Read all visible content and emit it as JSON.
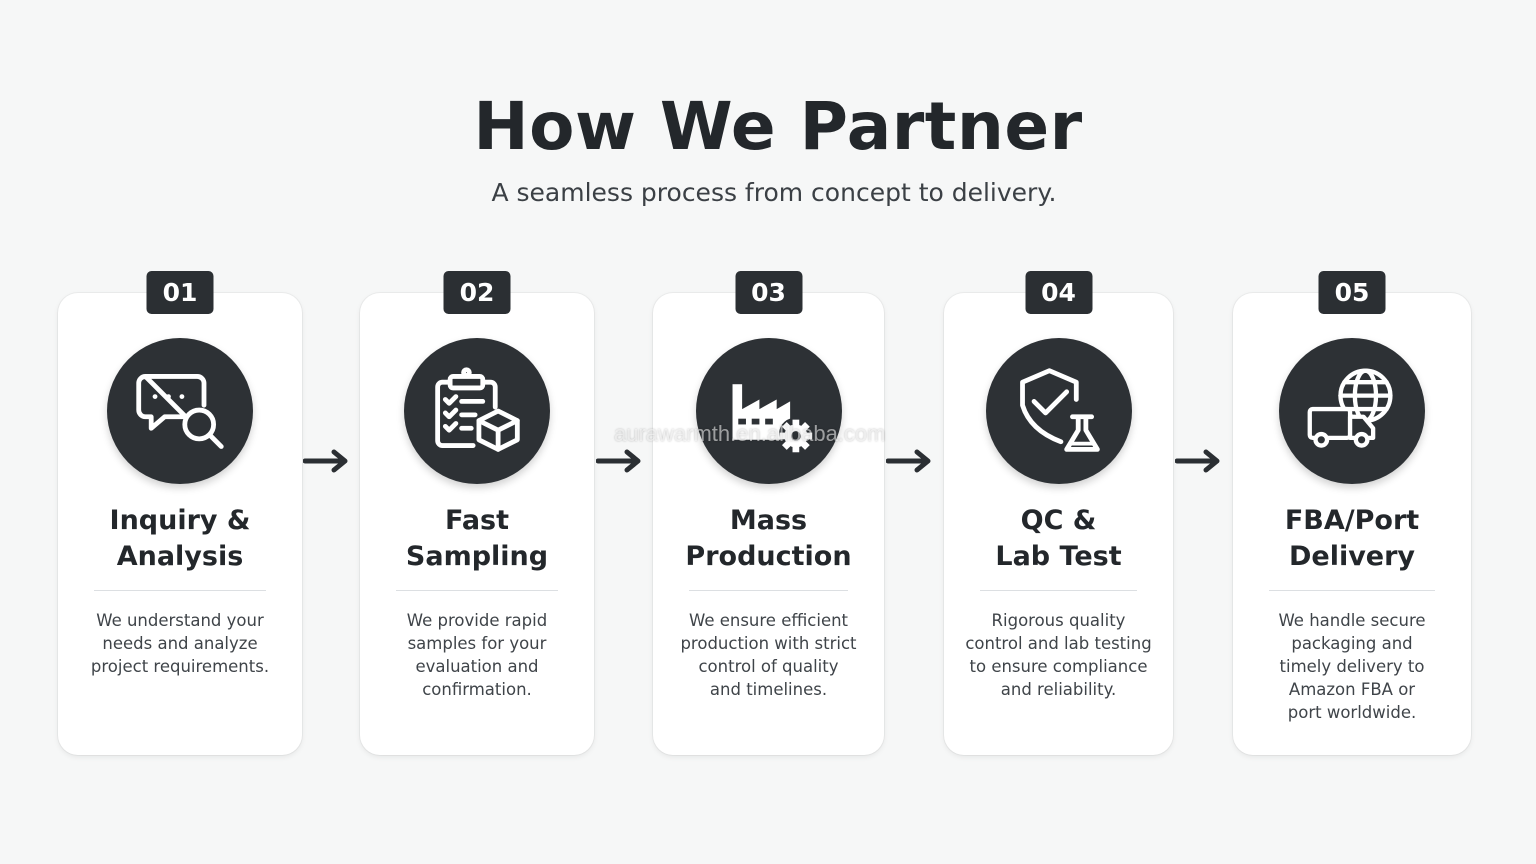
{
  "header": {
    "title": "How We Partner",
    "subtitle": "A seamless process from concept to delivery."
  },
  "watermark": "aurawarmth.en.alibaba.com",
  "colors": {
    "background": "#f6f7f7",
    "card": "#ffffff",
    "dark": "#2b2f33",
    "text": "#23272b"
  },
  "steps": [
    {
      "number": "01",
      "title_lines": [
        "Inquiry &",
        "Analysis"
      ],
      "desc_lines": [
        "We understand your",
        "needs and analyze",
        "project requirements."
      ],
      "icon": "chat-search-icon"
    },
    {
      "number": "02",
      "title_lines": [
        "Fast",
        "Sampling"
      ],
      "desc_lines": [
        "We provide rapid",
        "samples for your",
        "evaluation and",
        "confirmation."
      ],
      "icon": "clipboard-box-icon"
    },
    {
      "number": "03",
      "title_lines": [
        "Mass",
        "Production"
      ],
      "desc_lines": [
        "We ensure efficient",
        "production with strict",
        "control of quality",
        "and timelines."
      ],
      "icon": "factory-gear-icon"
    },
    {
      "number": "04",
      "title_lines": [
        "QC &",
        "Lab Test"
      ],
      "desc_lines": [
        "Rigorous quality",
        "control and lab testing",
        "to ensure compliance",
        "and reliability."
      ],
      "icon": "shield-flask-icon"
    },
    {
      "number": "05",
      "title_lines": [
        "FBA/Port",
        "Delivery"
      ],
      "desc_lines": [
        "We handle secure",
        "packaging and",
        "timely delivery to",
        "Amazon FBA or",
        "port worldwide."
      ],
      "icon": "globe-truck-icon"
    }
  ]
}
